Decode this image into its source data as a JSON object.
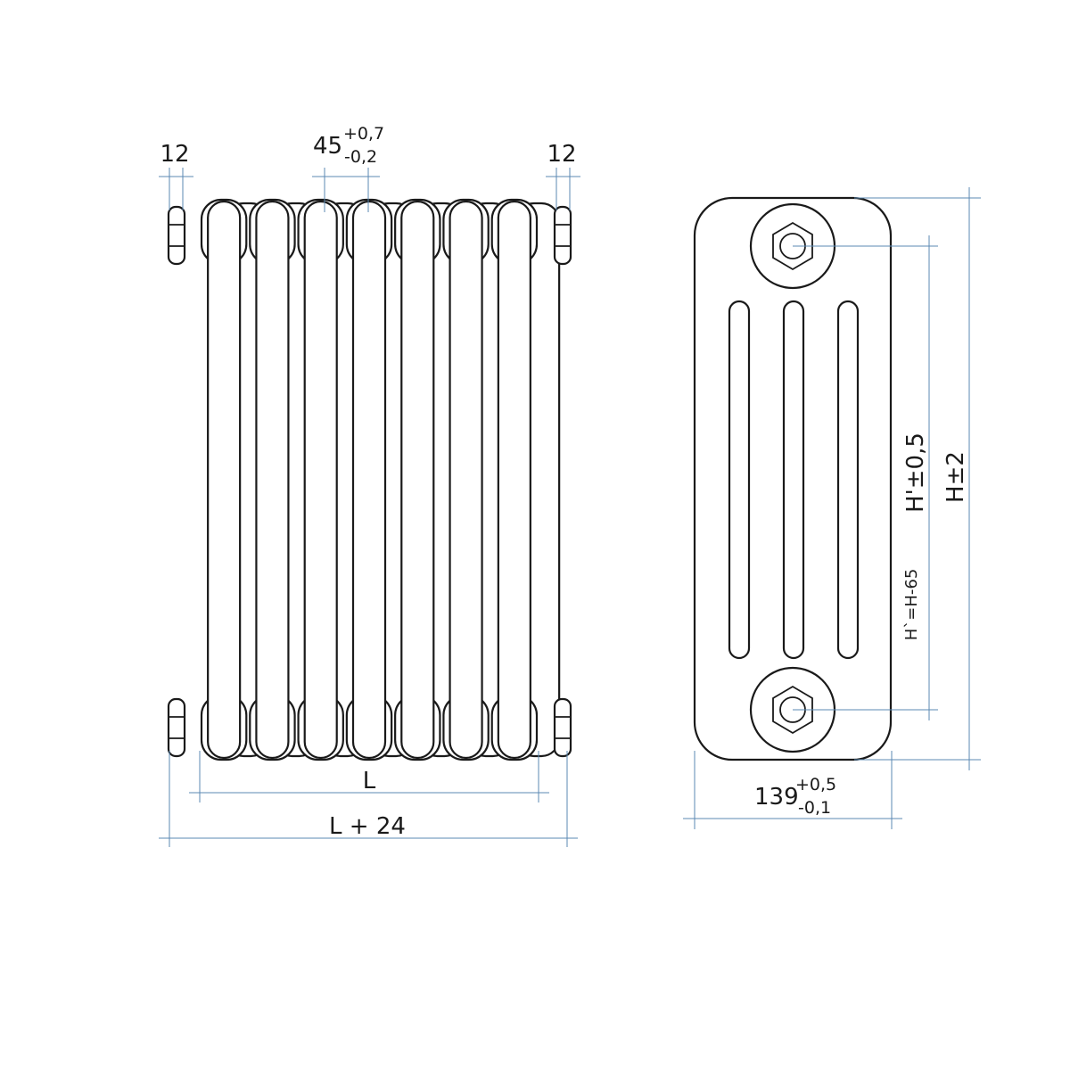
{
  "colors": {
    "dimension_line": "#5b89b3",
    "outline": "#1a1a1a",
    "background": "#ffffff"
  },
  "front_view": {
    "section_count": 7,
    "labels": {
      "side_offset_left": "12",
      "side_offset_right": "12",
      "pitch_nominal": "45",
      "pitch_tol_plus": "+0,7",
      "pitch_tol_minus": "-0,2",
      "length": "L",
      "total_length": "L + 24"
    }
  },
  "side_view": {
    "channel_count": 3,
    "labels": {
      "depth_nominal": "139",
      "depth_tol_plus": "+0,5",
      "depth_tol_minus": "-0,1",
      "axis_distance": "H'±0,5",
      "axis_formula": "H`=H-65",
      "height": "H±2"
    }
  }
}
